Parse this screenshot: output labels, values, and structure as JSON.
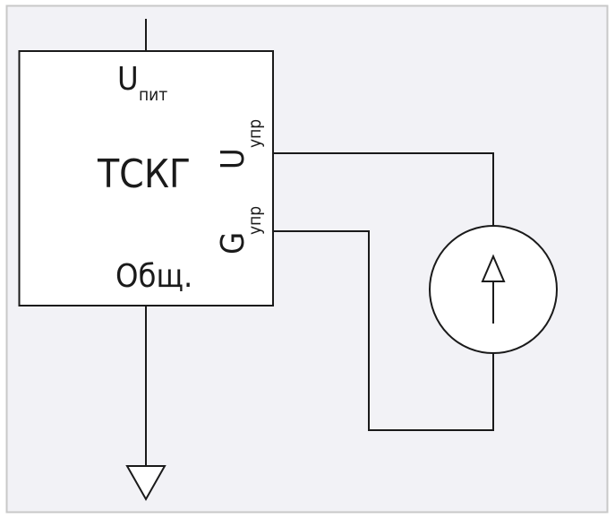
{
  "diagram": {
    "block": {
      "name": "ТСКГ",
      "pins": {
        "supply": {
          "main": "U",
          "sub": "пит"
        },
        "control_voltage": {
          "main": "U",
          "sub": "упр"
        },
        "control_conductance": {
          "main": "G",
          "sub": "упр"
        },
        "common": "Общ."
      }
    },
    "source": {
      "type": "current-source",
      "arrow_direction": "up"
    },
    "ground": {
      "type": "ground-triangle"
    },
    "colors": {
      "background": "#f2f2f6",
      "frame": "#c8c8c8",
      "stroke": "#1a1a1a",
      "fill": "#ffffff"
    }
  }
}
